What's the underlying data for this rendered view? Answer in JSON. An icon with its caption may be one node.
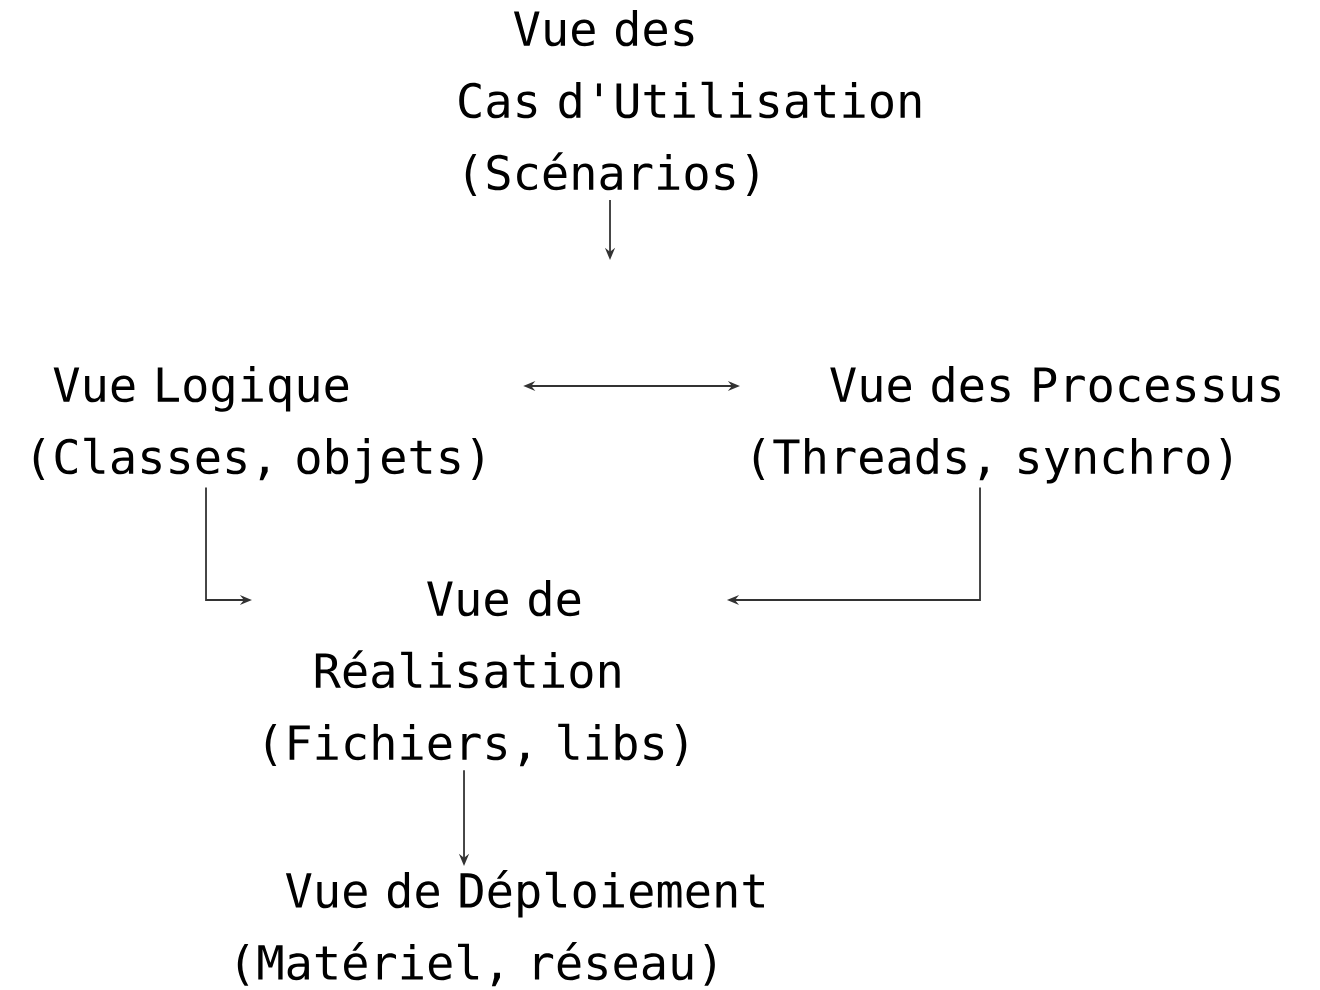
{
  "diagram": {
    "nodes": [
      {
        "text": [
          "Vue des Cas d'Utilisation",
          "(Scénarios)"
        ]
      },
      {
        "text": [
          "Vue Logique",
          "(Classes, objets)"
        ]
      },
      {
        "text": [
          "Vue des Processus",
          "(Threads, synchro)"
        ]
      },
      {
        "text": [
          "Vue de Réalisation",
          "(Fichiers, libs)"
        ]
      },
      {
        "text": [
          "Vue de Déploiement",
          "(Matériel, réseau)"
        ]
      }
    ],
    "edges": [
      {
        "from": 0,
        "to": null,
        "arrow": "to"
      },
      {
        "from": 1,
        "to": 2,
        "arrow": "both"
      },
      {
        "from": 1,
        "to": 3,
        "arrow": "to"
      },
      {
        "from": 2,
        "to": 3,
        "arrow": "to"
      },
      {
        "from": 3,
        "to": 4,
        "arrow": "to"
      }
    ]
  }
}
